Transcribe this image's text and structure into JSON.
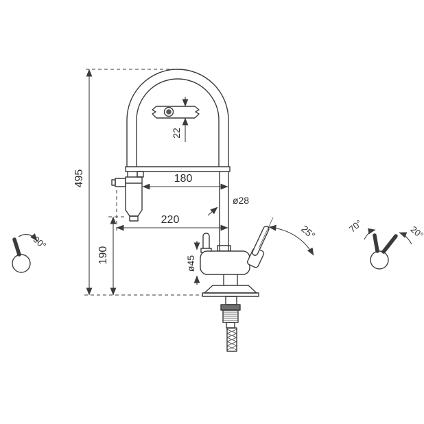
{
  "drawing": {
    "type": "technical-dimension-drawing",
    "subject": "kitchen mixer tap with pull-down spray, dimensional spec",
    "colors": {
      "line": "#3b3b3b",
      "background": "#ffffff",
      "detail_fill": "#5a5a5a"
    },
    "labels": {
      "total_height": "495",
      "spray_height": "190",
      "clip_size": "22",
      "spout_reach": "180",
      "spray_reach": "220",
      "column_diameter": "ø28",
      "body_diameter": "ø45",
      "lever_tilt": "25°",
      "swivel_range": "90°",
      "handle_open_angle": "70°",
      "handle_tilt_angle": "20°"
    }
  }
}
